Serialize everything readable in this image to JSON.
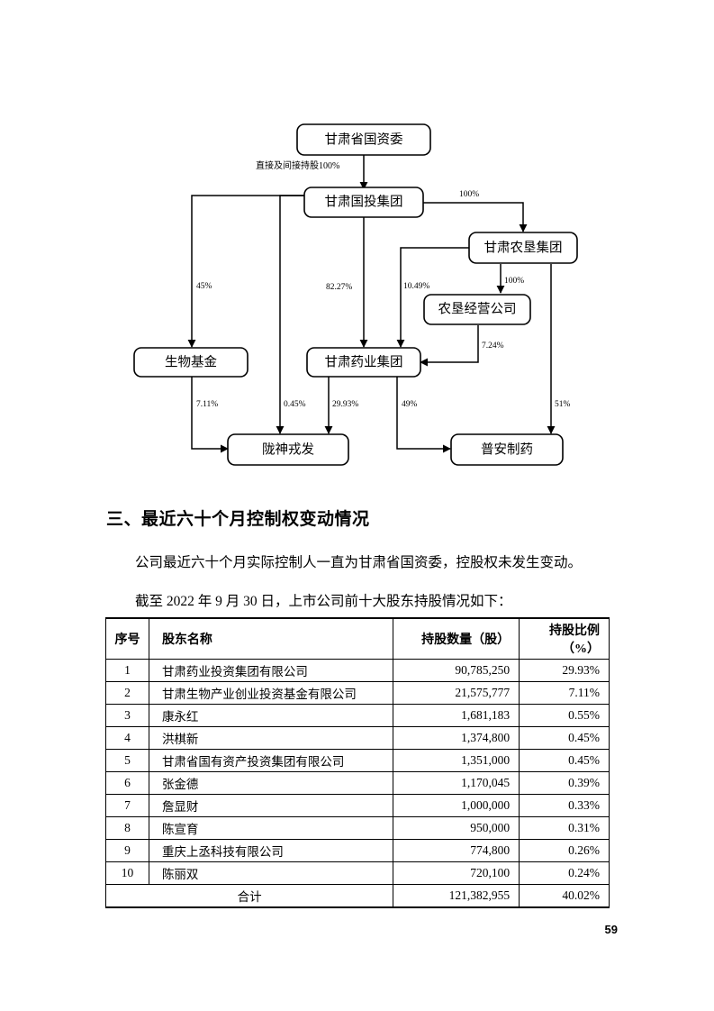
{
  "org_chart": {
    "nodes": [
      {
        "id": "sasac",
        "label": "甘肃省国资委"
      },
      {
        "id": "gtgroup",
        "label": "甘肃国投集团"
      },
      {
        "id": "nongken",
        "label": "甘肃农垦集团"
      },
      {
        "id": "nkjy",
        "label": "农垦经营公司"
      },
      {
        "id": "biofund",
        "label": "生物基金"
      },
      {
        "id": "yaoye",
        "label": "甘肃药业集团"
      },
      {
        "id": "longshen",
        "label": "陇神戎发"
      },
      {
        "id": "puan",
        "label": "普安制药"
      }
    ],
    "edges": [
      {
        "from": "sasac",
        "to": "gtgroup",
        "label": "直接及间接持股100%"
      },
      {
        "from": "gtgroup",
        "to": "nongken",
        "label": "100%"
      },
      {
        "from": "gtgroup",
        "to": "biofund",
        "label": "45%"
      },
      {
        "from": "gtgroup",
        "to": "yaoye",
        "label": "82.27%"
      },
      {
        "from": "gtgroup",
        "to": "longshen",
        "label": "0.45%"
      },
      {
        "from": "nongken",
        "to": "nkjy",
        "label": "100%"
      },
      {
        "from": "nongken",
        "to": "yaoye",
        "label": "10.49%"
      },
      {
        "from": "nongken",
        "to": "puan",
        "label": "51%"
      },
      {
        "from": "nkjy",
        "to": "yaoye",
        "label": "7.24%"
      },
      {
        "from": "biofund",
        "to": "longshen",
        "label": "7.11%"
      },
      {
        "from": "yaoye",
        "to": "longshen",
        "label": "29.93%"
      },
      {
        "from": "yaoye",
        "to": "puan",
        "label": "49%"
      }
    ]
  },
  "section": {
    "heading": "三、最近六十个月控制权变动情况",
    "paragraph_1": "公司最近六十个月实际控制人一直为甘肃省国资委，控股权未发生变动。",
    "paragraph_2": "截至 2022 年 9 月 30 日，上市公司前十大股东持股情况如下："
  },
  "table": {
    "headers": [
      "序号",
      "股东名称",
      "持股数量（股）",
      "持股比例（%）"
    ],
    "rows": [
      {
        "idx": "1",
        "name": "甘肃药业投资集团有限公司",
        "qty": "90,785,250",
        "pct": "29.93%"
      },
      {
        "idx": "2",
        "name": "甘肃生物产业创业投资基金有限公司",
        "qty": "21,575,777",
        "pct": "7.11%"
      },
      {
        "idx": "3",
        "name": "康永红",
        "qty": "1,681,183",
        "pct": "0.55%"
      },
      {
        "idx": "4",
        "name": "洪棋新",
        "qty": "1,374,800",
        "pct": "0.45%"
      },
      {
        "idx": "5",
        "name": "甘肃省国有资产投资集团有限公司",
        "qty": "1,351,000",
        "pct": "0.45%"
      },
      {
        "idx": "6",
        "name": "张金德",
        "qty": "1,170,045",
        "pct": "0.39%"
      },
      {
        "idx": "7",
        "name": "詹显财",
        "qty": "1,000,000",
        "pct": "0.33%"
      },
      {
        "idx": "8",
        "name": "陈宣育",
        "qty": "950,000",
        "pct": "0.31%"
      },
      {
        "idx": "9",
        "name": "重庆上丞科技有限公司",
        "qty": "774,800",
        "pct": "0.26%"
      },
      {
        "idx": "10",
        "name": "陈丽双",
        "qty": "720,100",
        "pct": "0.24%"
      }
    ],
    "total": {
      "label": "合计",
      "qty": "121,382,955",
      "pct": "40.02%"
    }
  },
  "footer": {
    "page_number": "59"
  }
}
